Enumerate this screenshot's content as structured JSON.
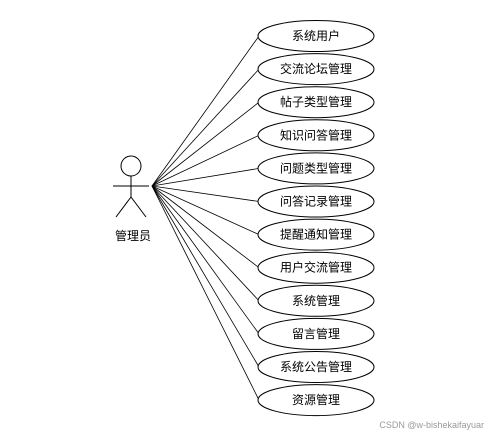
{
  "actor": {
    "name": "管理员"
  },
  "use_cases": [
    {
      "label": "系统用户"
    },
    {
      "label": "交流论坛管理"
    },
    {
      "label": "帖子类型管理"
    },
    {
      "label": "知识问答管理"
    },
    {
      "label": "问题类型管理"
    },
    {
      "label": "问答记录管理"
    },
    {
      "label": "提醒通知管理"
    },
    {
      "label": "用户交流管理"
    },
    {
      "label": "系统管理"
    },
    {
      "label": "留言管理"
    },
    {
      "label": "系统公告管理"
    },
    {
      "label": "资源管理"
    }
  ],
  "watermark": "CSDN @w-bishekaifayuar"
}
